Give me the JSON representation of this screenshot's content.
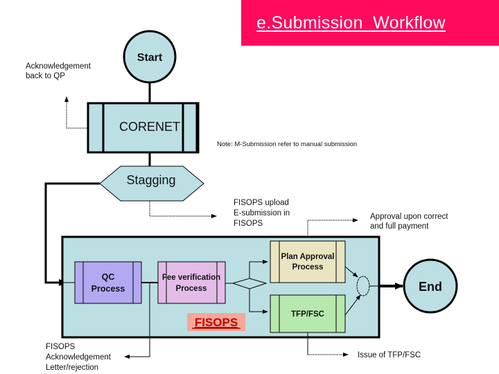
{
  "title": "e.Submission  Workflow",
  "colors": {
    "title_bg": "#ff0a5c",
    "title_text": "#ffffff",
    "node_fill": "#bcdfe3",
    "qc_fill": "#b3a9f2",
    "fee_fill": "#e3bde8",
    "plan_fill": "#e9e5c2",
    "tfp_fill": "#b7e8ad",
    "fisops_label_bg": "#f3a89a",
    "fisops_label_text": "#c00000"
  },
  "nodes": {
    "start": "Start",
    "corenet": "CORENET",
    "stagging": "Stagging",
    "qc": [
      "QC",
      "Process"
    ],
    "fee": [
      "Fee verification",
      "Process"
    ],
    "plan": [
      "Plan Approval",
      "Process"
    ],
    "tfp": "TFP/FSC",
    "end": "End",
    "fisops_group": "FISOPS"
  },
  "annotations": {
    "ack_qp": [
      "Acknowledgement",
      "back to QP"
    ],
    "note": "Note: M-Submission refer to manual submission",
    "fisops_upload": [
      "FISOPS upload",
      "E-submission in",
      "FISOPS"
    ],
    "approval": [
      "Approval upon correct",
      " and full payment"
    ],
    "fisops_ack": [
      "FISOPS",
      "Acknowledgement",
      "Letter/rejection"
    ],
    "issue": "Issue of TFP/FSC"
  }
}
